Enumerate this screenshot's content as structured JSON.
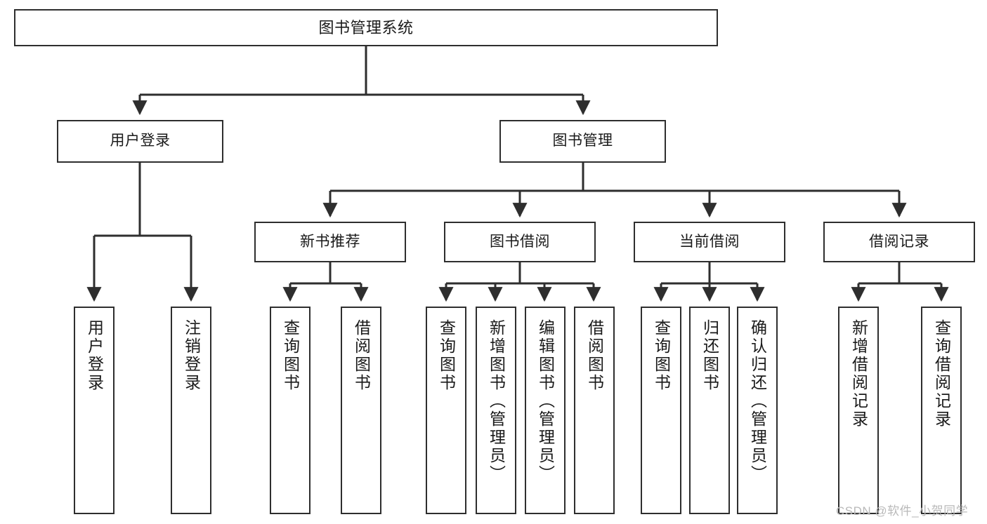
{
  "diagram": {
    "title": "图书管理系统",
    "type": "tree",
    "colors": {
      "stroke": "#2e2e2e",
      "fill": "#ffffff",
      "text": "#1a1a1a",
      "watermark": "#b9b9b9"
    },
    "levels": {
      "root": {
        "label": "图书管理系统"
      },
      "level2": [
        {
          "label": "用户登录"
        },
        {
          "label": "图书管理"
        }
      ],
      "level3": [
        {
          "label": "新书推荐"
        },
        {
          "label": "图书借阅"
        },
        {
          "label": "当前借阅"
        },
        {
          "label": "借阅记录"
        }
      ],
      "leaves": [
        {
          "label": "用户登录",
          "parent": "用户登录"
        },
        {
          "label": "注销登录",
          "parent": "用户登录"
        },
        {
          "label": "查询图书",
          "parent": "新书推荐"
        },
        {
          "label": "借阅图书",
          "parent": "新书推荐"
        },
        {
          "label": "查询图书",
          "parent": "图书借阅"
        },
        {
          "label": "新增图书（管理员）",
          "parent": "图书借阅"
        },
        {
          "label": "编辑图书（管理员）",
          "parent": "图书借阅"
        },
        {
          "label": "借阅图书",
          "parent": "图书借阅"
        },
        {
          "label": "查询图书",
          "parent": "当前借阅"
        },
        {
          "label": "归还图书",
          "parent": "当前借阅"
        },
        {
          "label": "确认归还（管理员）",
          "parent": "当前借阅"
        },
        {
          "label": "新增借阅记录",
          "parent": "借阅记录"
        },
        {
          "label": "查询借阅记录",
          "parent": "借阅记录"
        }
      ]
    }
  },
  "watermark": {
    "text": "CSDN @软件_小贺同学"
  }
}
